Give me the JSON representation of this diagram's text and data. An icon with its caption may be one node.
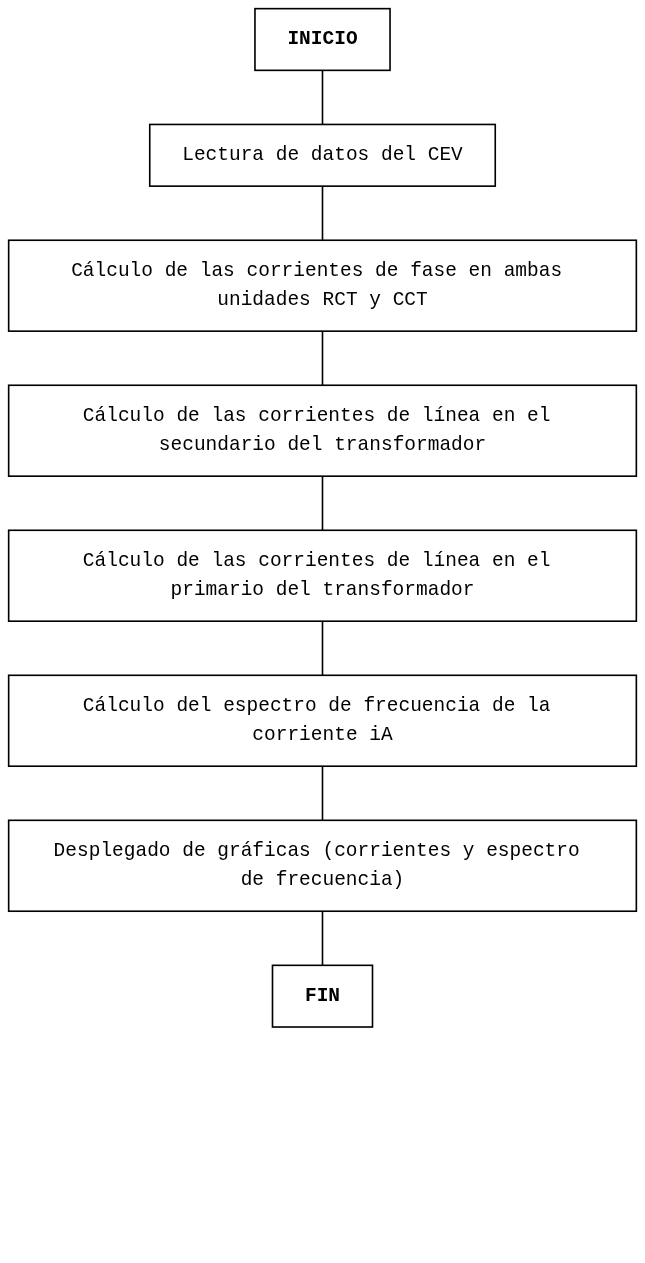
{
  "diagram": {
    "nodes": [
      {
        "text": [
          "INICIO"
        ]
      },
      {
        "text": [
          "Lectura de datos del CEV"
        ]
      },
      {
        "text": [
          "Cálculo de las corrientes de fase en ambas unidades RCT y CCT"
        ]
      },
      {
        "text": [
          "Cálculo de las corrientes de línea en el secundario del transformador"
        ]
      },
      {
        "text": [
          "Cálculo de las corrientes de línea en el primario del transformador"
        ]
      },
      {
        "text": [
          "Cálculo del espectro de frecuencia de la corriente iA"
        ]
      },
      {
        "text": [
          "Desplegado de gráficas (corrientes y espectro de frecuencia)"
        ]
      },
      {
        "text": [
          "FIN"
        ]
      }
    ],
    "edges": [
      {
        "from": 0,
        "to": 1,
        "arrow": "none"
      },
      {
        "from": 1,
        "to": 2,
        "arrow": "none"
      },
      {
        "from": 2,
        "to": 3,
        "arrow": "none"
      },
      {
        "from": 3,
        "to": 4,
        "arrow": "none"
      },
      {
        "from": 4,
        "to": 5,
        "arrow": "none"
      },
      {
        "from": 5,
        "to": 6,
        "arrow": "none"
      },
      {
        "from": 6,
        "to": 7,
        "arrow": "none"
      }
    ]
  }
}
